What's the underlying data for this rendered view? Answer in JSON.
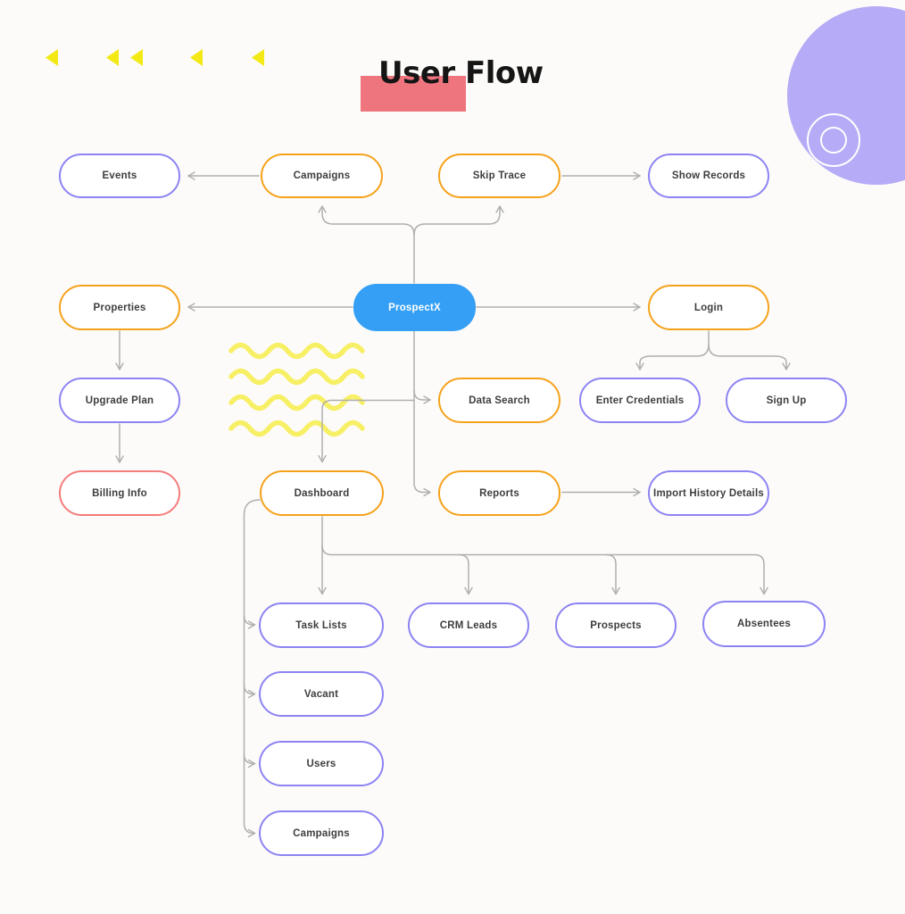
{
  "header": {
    "title": "User Flow"
  },
  "palette": {
    "background": "#FCFBF9",
    "node_border_purple": "#8D83F3",
    "node_border_orange": "#F5A21B",
    "node_border_red": "#F47C7C",
    "node_fill_blue": "#349FF4",
    "connector_gray": "#AFAFAF",
    "title_highlight_salmon": "#EE747E",
    "accent_yellow_triangles": "#F3E915",
    "accent_yellow_squiggles": "#F7EF64",
    "accent_lavender_circle": "#B5ABF6"
  },
  "nodes": {
    "events": {
      "label": "Events"
    },
    "campaigns_top": {
      "label": "Campaigns"
    },
    "skip_trace": {
      "label": "Skip Trace"
    },
    "show_records": {
      "label": "Show Records"
    },
    "properties": {
      "label": "Properties"
    },
    "prospectx": {
      "label": "ProspectX"
    },
    "login": {
      "label": "Login"
    },
    "upgrade_plan": {
      "label": "Upgrade Plan"
    },
    "data_search": {
      "label": "Data Search"
    },
    "enter_credentials": {
      "label": "Enter Credentials"
    },
    "sign_up": {
      "label": "Sign Up"
    },
    "billing_info": {
      "label": "Billing Info"
    },
    "dashboard": {
      "label": "Dashboard"
    },
    "reports": {
      "label": "Reports"
    },
    "import_history_details": {
      "label": "Import History Details"
    },
    "task_lists": {
      "label": "Task Lists"
    },
    "crm_leads": {
      "label": "CRM Leads"
    },
    "prospects": {
      "label": "Prospects"
    },
    "absentees": {
      "label": "Absentees"
    },
    "vacant": {
      "label": "Vacant"
    },
    "users": {
      "label": "Users"
    },
    "campaigns_bottom": {
      "label": "Campaigns"
    }
  }
}
